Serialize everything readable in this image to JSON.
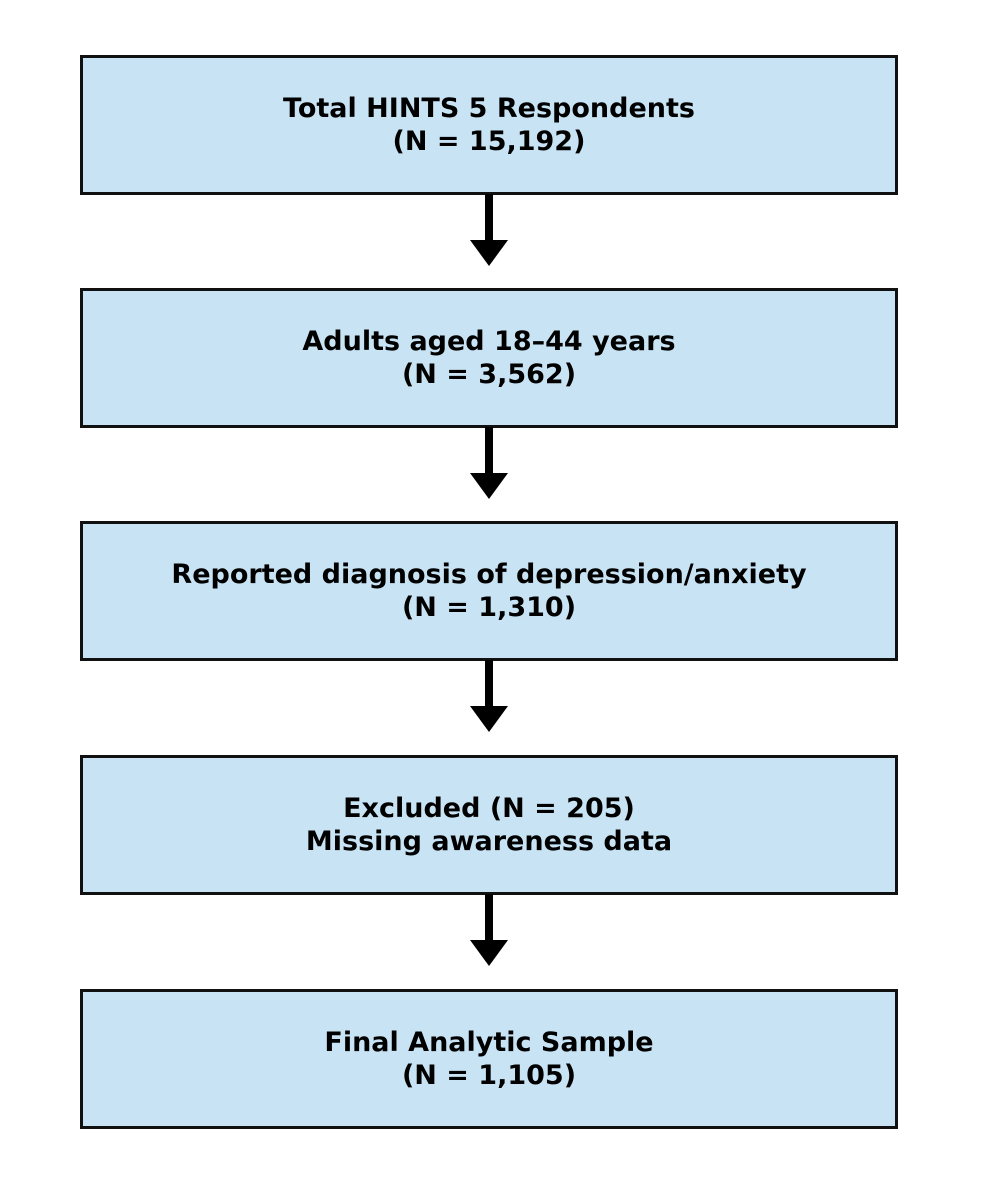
{
  "steps": [
    {
      "line1": "Total HINTS 5 Respondents",
      "line2": "(N = 15,192)"
    },
    {
      "line1": "Adults aged 18–44 years",
      "line2": "(N = 3,562)"
    },
    {
      "line1": "Reported diagnosis of depression/anxiety",
      "line2": "(N = 1,310)"
    },
    {
      "line1": "Excluded (N = 205)",
      "line2": "Missing awareness data"
    },
    {
      "line1": "Final Analytic Sample",
      "line2": "(N = 1,105)"
    }
  ],
  "colors": {
    "box_fill": "#c8e4f4",
    "box_border": "#111111",
    "arrow": "#000000"
  }
}
